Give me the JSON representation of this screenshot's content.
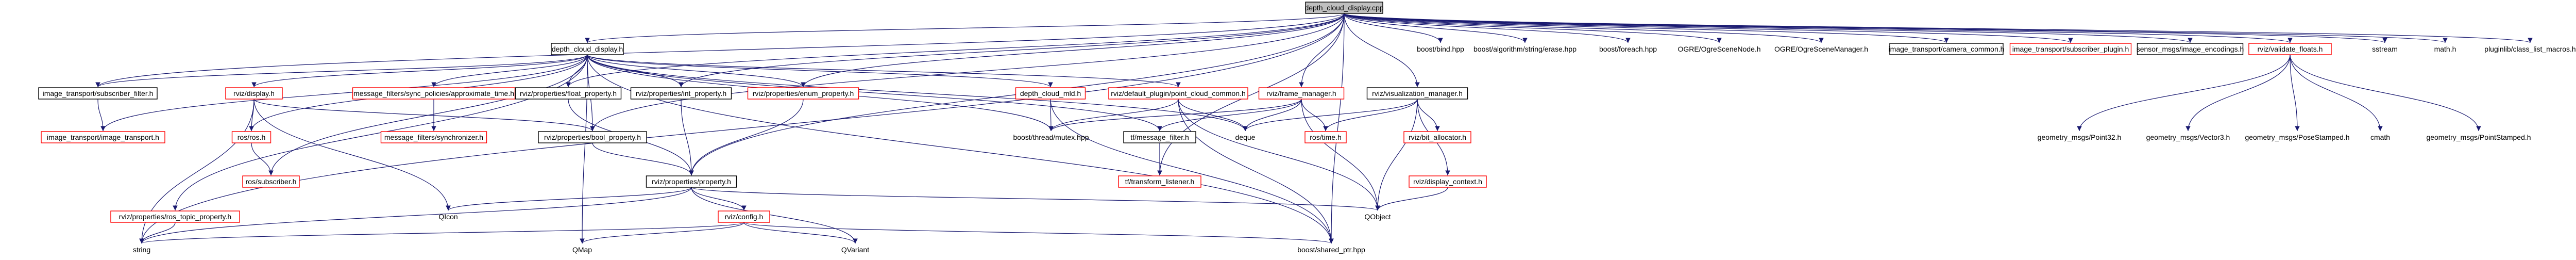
{
  "diagram": {
    "title": "",
    "colors": {
      "root_fill": "#bfbfbf",
      "node_border_normal": "#000000",
      "node_border_missing": "#ff0000",
      "node_fill": "#ffffff",
      "edge": "#191970",
      "text": "#000000"
    },
    "nodes": [
      {
        "id": "depth_cloud_display_cpp",
        "label": "depth_cloud_display.cpp",
        "kind": "root"
      },
      {
        "id": "depth_cloud_display_h",
        "label": "depth_cloud_display.h",
        "kind": "normal"
      },
      {
        "id": "boost_bind",
        "label": "boost/bind.hpp",
        "kind": "none"
      },
      {
        "id": "boost_algorithm_erase",
        "label": "boost/algorithm/string/erase.hpp",
        "kind": "none"
      },
      {
        "id": "boost_foreach",
        "label": "boost/foreach.hpp",
        "kind": "none"
      },
      {
        "id": "ogre_scene_node",
        "label": "OGRE/OgreSceneNode.h",
        "kind": "none"
      },
      {
        "id": "ogre_scene_manager",
        "label": "OGRE/OgreSceneManager.h",
        "kind": "none"
      },
      {
        "id": "image_transport_camera_common",
        "label": "image_transport/camera_common.h",
        "kind": "normal"
      },
      {
        "id": "image_transport_subscriber_plugin",
        "label": "image_transport/subscriber_plugin.h",
        "kind": "missing"
      },
      {
        "id": "sensor_msgs_image_encodings",
        "label": "sensor_msgs/image_encodings.h",
        "kind": "normal"
      },
      {
        "id": "rviz_validate_floats",
        "label": "rviz/validate_floats.h",
        "kind": "missing"
      },
      {
        "id": "sstream",
        "label": "sstream",
        "kind": "none"
      },
      {
        "id": "math_h",
        "label": "math.h",
        "kind": "none"
      },
      {
        "id": "pluginlib_class_list_macros",
        "label": "pluginlib/class_list_macros.h",
        "kind": "none"
      },
      {
        "id": "image_transport_subscriber_filter",
        "label": "image_transport/subscriber_filter.h",
        "kind": "normal"
      },
      {
        "id": "rviz_display",
        "label": "rviz/display.h",
        "kind": "missing"
      },
      {
        "id": "message_filters_approximate_time",
        "label": "message_filters/sync_policies/approximate_time.h",
        "kind": "missing"
      },
      {
        "id": "rviz_properties_float_property",
        "label": "rviz/properties/float_property.h",
        "kind": "normal"
      },
      {
        "id": "rviz_properties_int_property",
        "label": "rviz/properties/int_property.h",
        "kind": "normal"
      },
      {
        "id": "rviz_properties_enum_property",
        "label": "rviz/properties/enum_property.h",
        "kind": "missing"
      },
      {
        "id": "depth_cloud_mld",
        "label": "depth_cloud_mld.h",
        "kind": "missing"
      },
      {
        "id": "rviz_default_point_cloud_common",
        "label": "rviz/default_plugin/point_cloud_common.h",
        "kind": "missing"
      },
      {
        "id": "rviz_frame_manager",
        "label": "rviz/frame_manager.h",
        "kind": "missing"
      },
      {
        "id": "rviz_visualization_manager",
        "label": "rviz/visualization_manager.h",
        "kind": "normal"
      },
      {
        "id": "image_transport_image_transport",
        "label": "image_transport/image_transport.h",
        "kind": "missing"
      },
      {
        "id": "ros_ros",
        "label": "ros/ros.h",
        "kind": "missing"
      },
      {
        "id": "message_filters_synchronizer",
        "label": "message_filters/synchronizer.h",
        "kind": "missing"
      },
      {
        "id": "rviz_properties_bool_property",
        "label": "rviz/properties/bool_property.h",
        "kind": "normal"
      },
      {
        "id": "boost_thread_mutex",
        "label": "boost/thread/mutex.hpp",
        "kind": "none"
      },
      {
        "id": "tf_message_filter",
        "label": "tf/message_filter.h",
        "kind": "normal"
      },
      {
        "id": "deque",
        "label": "deque",
        "kind": "none"
      },
      {
        "id": "ros_time",
        "label": "ros/time.h",
        "kind": "missing"
      },
      {
        "id": "rviz_bit_allocator",
        "label": "rviz/bit_allocator.h",
        "kind": "missing"
      },
      {
        "id": "geometry_msgs_point32",
        "label": "geometry_msgs/Point32.h",
        "kind": "none"
      },
      {
        "id": "geometry_msgs_vector3",
        "label": "geometry_msgs/Vector3.h",
        "kind": "none"
      },
      {
        "id": "geometry_msgs_pose_stamped",
        "label": "geometry_msgs/PoseStamped.h",
        "kind": "none"
      },
      {
        "id": "cmath",
        "label": "cmath",
        "kind": "none"
      },
      {
        "id": "geometry_msgs_point_stamped",
        "label": "geometry_msgs/PointStamped.h",
        "kind": "none"
      },
      {
        "id": "ros_subscriber",
        "label": "ros/subscriber.h",
        "kind": "missing"
      },
      {
        "id": "rviz_properties_property",
        "label": "rviz/properties/property.h",
        "kind": "normal"
      },
      {
        "id": "tf_transform_listener",
        "label": "tf/transform_listener.h",
        "kind": "missing"
      },
      {
        "id": "rviz_display_context",
        "label": "rviz/display_context.h",
        "kind": "missing"
      },
      {
        "id": "rviz_properties_ros_topic_property",
        "label": "rviz/properties/ros_topic_property.h",
        "kind": "missing"
      },
      {
        "id": "qicon",
        "label": "QIcon",
        "kind": "none"
      },
      {
        "id": "qobject",
        "label": "QObject",
        "kind": "none"
      },
      {
        "id": "rviz_config",
        "label": "rviz/config.h",
        "kind": "missing"
      },
      {
        "id": "string",
        "label": "string",
        "kind": "none"
      },
      {
        "id": "qmap",
        "label": "QMap",
        "kind": "none"
      },
      {
        "id": "qvariant",
        "label": "QVariant",
        "kind": "none"
      },
      {
        "id": "boost_shared_ptr",
        "label": "boost/shared_ptr.hpp",
        "kind": "none"
      }
    ],
    "edges": [
      [
        "depth_cloud_display_cpp",
        "depth_cloud_display_h"
      ],
      [
        "depth_cloud_display_cpp",
        "boost_bind"
      ],
      [
        "depth_cloud_display_cpp",
        "boost_algorithm_erase"
      ],
      [
        "depth_cloud_display_cpp",
        "boost_foreach"
      ],
      [
        "depth_cloud_display_cpp",
        "ogre_scene_node"
      ],
      [
        "depth_cloud_display_cpp",
        "ogre_scene_manager"
      ],
      [
        "depth_cloud_display_cpp",
        "image_transport_camera_common"
      ],
      [
        "depth_cloud_display_cpp",
        "image_transport_subscriber_plugin"
      ],
      [
        "depth_cloud_display_cpp",
        "sensor_msgs_image_encodings"
      ],
      [
        "depth_cloud_display_cpp",
        "rviz_validate_floats"
      ],
      [
        "depth_cloud_display_cpp",
        "sstream"
      ],
      [
        "depth_cloud_display_cpp",
        "math_h"
      ],
      [
        "depth_cloud_display_cpp",
        "pluginlib_class_list_macros"
      ],
      [
        "depth_cloud_display_cpp",
        "rviz_properties_float_property"
      ],
      [
        "depth_cloud_display_cpp",
        "rviz_properties_int_property"
      ],
      [
        "depth_cloud_display_cpp",
        "rviz_properties_enum_property"
      ],
      [
        "depth_cloud_display_cpp",
        "rviz_frame_manager"
      ],
      [
        "depth_cloud_display_cpp",
        "rviz_visualization_manager"
      ],
      [
        "depth_cloud_display_cpp",
        "rviz_properties_property"
      ],
      [
        "depth_cloud_display_cpp",
        "tf_transform_listener"
      ],
      [
        "depth_cloud_display_cpp",
        "string"
      ],
      [
        "depth_cloud_display_cpp",
        "boost_shared_ptr"
      ],
      [
        "depth_cloud_display_cpp",
        "image_transport_subscriber_filter"
      ],
      [
        "depth_cloud_display_cpp",
        "rviz_properties_bool_property"
      ],
      [
        "depth_cloud_display_h",
        "rviz_display"
      ],
      [
        "depth_cloud_display_h",
        "message_filters_approximate_time"
      ],
      [
        "depth_cloud_display_h",
        "rviz_properties_float_property"
      ],
      [
        "depth_cloud_display_h",
        "rviz_properties_int_property"
      ],
      [
        "depth_cloud_display_h",
        "rviz_properties_enum_property"
      ],
      [
        "depth_cloud_display_h",
        "depth_cloud_mld"
      ],
      [
        "depth_cloud_display_h",
        "rviz_default_point_cloud_common"
      ],
      [
        "depth_cloud_display_h",
        "image_transport_subscriber_filter"
      ],
      [
        "depth_cloud_display_h",
        "image_transport_image_transport"
      ],
      [
        "depth_cloud_display_h",
        "ros_ros"
      ],
      [
        "depth_cloud_display_h",
        "ros_subscriber"
      ],
      [
        "depth_cloud_display_h",
        "rviz_properties_bool_property"
      ],
      [
        "depth_cloud_display_h",
        "boost_thread_mutex"
      ],
      [
        "depth_cloud_display_h",
        "tf_message_filter"
      ],
      [
        "depth_cloud_display_h",
        "rviz_properties_ros_topic_property"
      ],
      [
        "depth_cloud_display_h",
        "qmap"
      ],
      [
        "depth_cloud_display_h",
        "deque"
      ],
      [
        "depth_cloud_display_h",
        "boost_shared_ptr"
      ],
      [
        "image_transport_subscriber_filter",
        "image_transport_image_transport"
      ],
      [
        "rviz_display",
        "ros_ros"
      ],
      [
        "rviz_display",
        "rviz_properties_bool_property"
      ],
      [
        "rviz_display",
        "qicon"
      ],
      [
        "rviz_display",
        "string"
      ],
      [
        "message_filters_approximate_time",
        "message_filters_synchronizer"
      ],
      [
        "rviz_properties_float_property",
        "rviz_properties_property"
      ],
      [
        "rviz_properties_int_property",
        "rviz_properties_property"
      ],
      [
        "rviz_properties_enum_property",
        "rviz_properties_property"
      ],
      [
        "depth_cloud_mld",
        "boost_thread_mutex"
      ],
      [
        "depth_cloud_mld",
        "boost_shared_ptr"
      ],
      [
        "rviz_default_point_cloud_common",
        "deque"
      ],
      [
        "rviz_default_point_cloud_common",
        "qobject"
      ],
      [
        "rviz_default_point_cloud_common",
        "boost_shared_ptr"
      ],
      [
        "rviz_default_point_cloud_common",
        "boost_thread_mutex"
      ],
      [
        "rviz_frame_manager",
        "boost_thread_mutex"
      ],
      [
        "rviz_frame_manager",
        "tf_message_filter"
      ],
      [
        "rviz_frame_manager",
        "ros_time"
      ],
      [
        "rviz_frame_manager",
        "deque"
      ],
      [
        "rviz_frame_manager",
        "qobject"
      ],
      [
        "rviz_visualization_manager",
        "deque"
      ],
      [
        "rviz_visualization_manager",
        "ros_time"
      ],
      [
        "rviz_visualization_manager",
        "rviz_bit_allocator"
      ],
      [
        "rviz_visualization_manager",
        "rviz_display_context"
      ],
      [
        "rviz_visualization_manager",
        "qobject"
      ],
      [
        "rviz_validate_floats",
        "geometry_msgs_point32"
      ],
      [
        "rviz_validate_floats",
        "geometry_msgs_vector3"
      ],
      [
        "rviz_validate_floats",
        "geometry_msgs_pose_stamped"
      ],
      [
        "rviz_validate_floats",
        "cmath"
      ],
      [
        "rviz_validate_floats",
        "geometry_msgs_point_stamped"
      ],
      [
        "ros_ros",
        "ros_subscriber"
      ],
      [
        "rviz_properties_bool_property",
        "rviz_properties_property"
      ],
      [
        "tf_message_filter",
        "tf_transform_listener"
      ],
      [
        "rviz_display_context",
        "qobject"
      ],
      [
        "rviz_properties_ros_topic_property",
        "string"
      ],
      [
        "rviz_properties_property",
        "qicon"
      ],
      [
        "rviz_properties_property",
        "qobject"
      ],
      [
        "rviz_properties_property",
        "qvariant"
      ],
      [
        "rviz_properties_property",
        "rviz_config"
      ],
      [
        "rviz_properties_property",
        "string"
      ],
      [
        "rviz_config",
        "string"
      ],
      [
        "rviz_config",
        "qmap"
      ],
      [
        "rviz_config",
        "qvariant"
      ],
      [
        "rviz_config",
        "boost_shared_ptr"
      ]
    ]
  }
}
